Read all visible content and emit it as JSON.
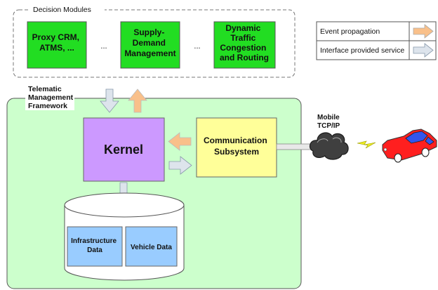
{
  "decision_modules": {
    "title": "Decision Modules",
    "modules": [
      {
        "lines": [
          "Proxy CRM,",
          "ATMS, ..."
        ]
      },
      {
        "lines": [
          "Supply-",
          "Demand",
          "Management"
        ]
      },
      {
        "lines": [
          "Dynamic",
          "Traffic",
          "Congestion",
          "and Routing"
        ]
      }
    ],
    "ellipsis": "..."
  },
  "legend": {
    "items": [
      {
        "label": "Event propagation",
        "arrow_color": "#f9c08a"
      },
      {
        "label": "Interface provided service",
        "arrow_color": "#dde4ec"
      }
    ]
  },
  "framework": {
    "label_lines": [
      "Telematic",
      "Management",
      "Framework"
    ],
    "kernel": "Kernel",
    "communication_lines": [
      "Communication",
      "Subsystem"
    ],
    "infrastructure_lines": [
      "Infrastructure",
      "Data"
    ],
    "vehicle_data": "Vehicle Data"
  },
  "network": {
    "label_lines": [
      "Mobile",
      "TCP/IP"
    ]
  },
  "colors": {
    "module_green": "#22dd22",
    "framework_bg": "#ccffcc",
    "kernel": "#cc99ff",
    "communication": "#ffff99",
    "data_box": "#99ccff",
    "car_red": "#ff1f1f",
    "car_blue": "#3355ee"
  }
}
